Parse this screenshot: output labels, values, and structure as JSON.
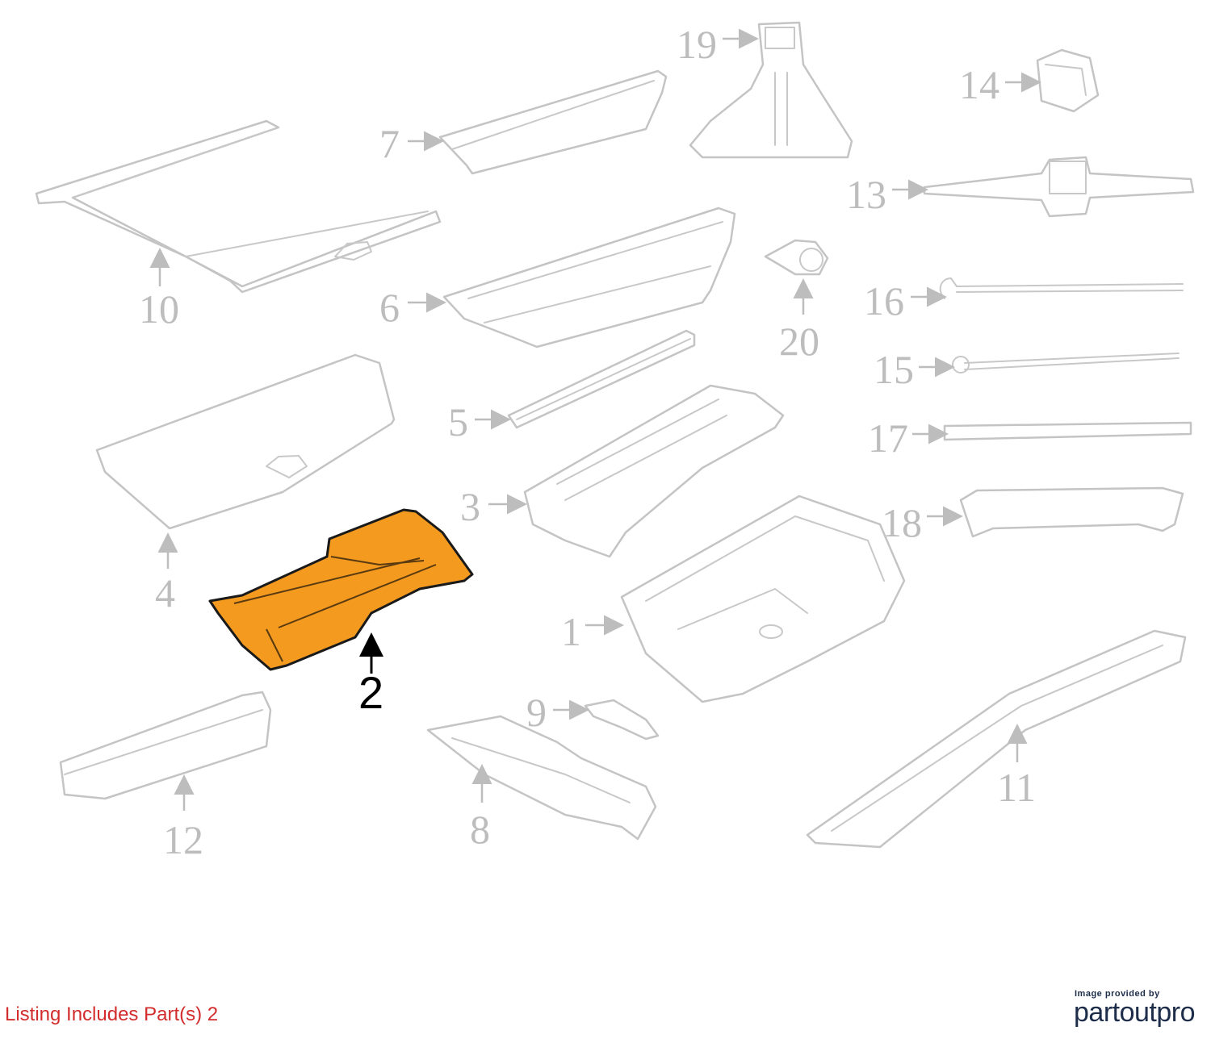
{
  "callouts": [
    {
      "id": "1",
      "label": "1"
    },
    {
      "id": "2",
      "label": "2"
    },
    {
      "id": "3",
      "label": "3"
    },
    {
      "id": "4",
      "label": "4"
    },
    {
      "id": "5",
      "label": "5"
    },
    {
      "id": "6",
      "label": "6"
    },
    {
      "id": "7",
      "label": "7"
    },
    {
      "id": "8",
      "label": "8"
    },
    {
      "id": "9",
      "label": "9"
    },
    {
      "id": "10",
      "label": "10"
    },
    {
      "id": "11",
      "label": "11"
    },
    {
      "id": "12",
      "label": "12"
    },
    {
      "id": "13",
      "label": "13"
    },
    {
      "id": "14",
      "label": "14"
    },
    {
      "id": "15",
      "label": "15"
    },
    {
      "id": "16",
      "label": "16"
    },
    {
      "id": "17",
      "label": "17"
    },
    {
      "id": "18",
      "label": "18"
    },
    {
      "id": "19",
      "label": "19"
    },
    {
      "id": "20",
      "label": "20"
    }
  ],
  "highlight": {
    "part": "2",
    "color": "#f39a1f"
  },
  "footer": {
    "listing": "Listing Includes Part(s) 2",
    "credit_small": "Image provided by",
    "credit_brand": "partoutpro"
  },
  "colors": {
    "ghost": "#c4c4c4",
    "listing_text": "#d22c2c",
    "brand": "#1d2d4a"
  }
}
